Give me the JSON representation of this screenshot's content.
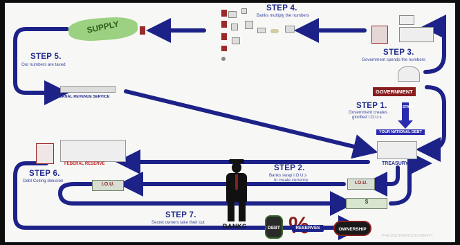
{
  "step1": {
    "title": "STEP 1.",
    "desc_line1": "Government creates",
    "desc_line2": "glorified I.O.U.s"
  },
  "step2": {
    "title": "STEP 2.",
    "desc_line1": "Banks swap I.O.U.s",
    "desc_line2": "to create currency"
  },
  "step3": {
    "title": "STEP 3.",
    "desc": "Government spends the numbers"
  },
  "step4": {
    "title": "STEP 4.",
    "desc": "Banks multiply the numbers"
  },
  "step5": {
    "title": "STEP 5.",
    "desc": "Our numbers are taxed"
  },
  "step6": {
    "title": "STEP 6.",
    "desc": "Debt Ceiling delusion"
  },
  "step7": {
    "title": "STEP 7.",
    "desc": "Secret owners take their cut"
  },
  "labels": {
    "government": "GOVERNMENT",
    "treasury": "TREASURY",
    "irs": "INTERNAL REVENUE SERVICE",
    "banks": "BANKS",
    "supply": "SUPPLY",
    "federal_reserve": "FEDERAL RESERVE",
    "national_debt": "YOUR NATIONAL DEBT",
    "start": "START",
    "iou": "I.O.U.",
    "dollar": "$"
  },
  "badges": {
    "debt": "DEBT",
    "reserves": "RESERVES",
    "ownership": "OWNERSHIP",
    "percent": "%"
  },
  "watermark": "PHILOSOPHERSOFLIBERTY",
  "colors": {
    "arrow": "#1d2288",
    "title": "#1f2a8a",
    "government": "#8a1d1d",
    "money": "#2f7a2a"
  }
}
